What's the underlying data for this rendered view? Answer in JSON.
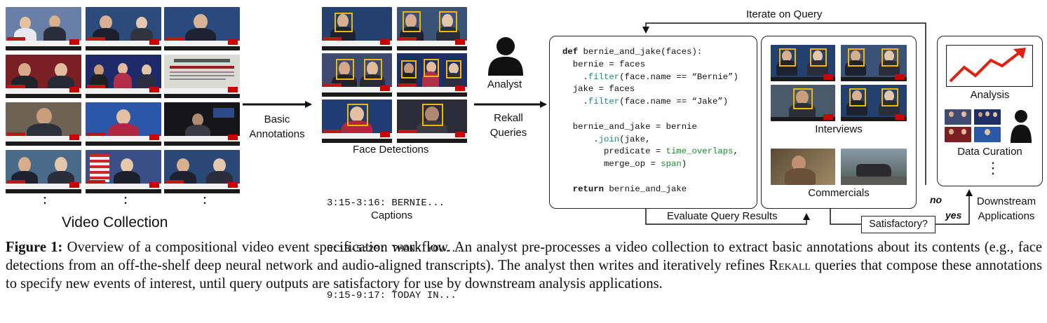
{
  "video_collection": {
    "label": "Video Collection",
    "thumbnails": [
      {
        "id": "vc1",
        "bg": "#6a7fa8"
      },
      {
        "id": "vc2",
        "bg": "#2c4a7a"
      },
      {
        "id": "vc3",
        "bg": "#2a4a7e"
      },
      {
        "id": "vc4",
        "bg": "#7a2024"
      },
      {
        "id": "vc5",
        "bg": "#1e2b6a"
      },
      {
        "id": "vc6",
        "bg": "#dcdad4"
      },
      {
        "id": "vc7",
        "bg": "#6e6255"
      },
      {
        "id": "vc8",
        "bg": "#2a57a8"
      },
      {
        "id": "vc9",
        "bg": "#15151a"
      },
      {
        "id": "vc10",
        "bg": "#4a6a8a"
      },
      {
        "id": "vc11",
        "bg": "#3a4f86"
      },
      {
        "id": "vc12",
        "bg": "#2b4775"
      }
    ]
  },
  "arrows": {
    "basic_annotations": "Basic\nAnnotations",
    "analyst": "Analyst",
    "rekall_queries": "Rekall\nQueries"
  },
  "face_detections": {
    "label": "Face Detections",
    "thumbnails": [
      {
        "id": "fd1",
        "bg": "#24406e"
      },
      {
        "id": "fd2",
        "bg": "#3a5276"
      },
      {
        "id": "fd3",
        "bg": "#3e4a70"
      },
      {
        "id": "fd4",
        "bg": "#1e2f68"
      },
      {
        "id": "fd5",
        "bg": "#1f3c74"
      },
      {
        "id": "fd6",
        "bg": "#2c2c38"
      }
    ]
  },
  "captions": {
    "label": "Captions",
    "lines": [
      "3:15-3:16: BERNIE...",
      "5:18-5:20: THANK YOU...",
      "9:15-9:17: TODAY IN..."
    ]
  },
  "code": {
    "lines": [
      "def bernie_and_jake(faces):",
      "  bernie = faces",
      "    .filter(face.name == “Bernie”)",
      "  jake = faces",
      "    .filter(face.name == “Jake”)",
      "",
      "  bernie_and_jake = bernie",
      "      .join(jake,",
      "        predicate = time_overlaps,",
      "        merge_op = span)",
      "",
      "  return bernie_and_jake"
    ]
  },
  "results": {
    "interviews_label": "Interviews",
    "commercials_label": "Commercials"
  },
  "loop": {
    "iterate_label": "Iterate on Query",
    "evaluate_label": "Evaluate Query Results",
    "satisfactory_label": "Satisfactory?",
    "no_label": "no",
    "yes_label": "yes"
  },
  "downstream": {
    "analysis_label": "Analysis",
    "curation_label": "Data Curation",
    "applications_label": "Downstream\nApplications"
  },
  "figure_caption": {
    "prefix": "Figure 1:",
    "text_1": " Overview of a compositional video event specification workflow.  An analyst pre-processes a video collection to extract basic annotations about its contents (e.g., face detections from an off-the-shelf deep neural network and audio-aligned transcripts). The analyst then writes and iteratively refines ",
    "rekall": "Rekall",
    "text_2": " queries that compose these annotations to specify new events of interest, until query outputs are satisfactory for use by downstream analysis applications."
  },
  "colors": {
    "face_box": "#f2b705",
    "analysis_line": "#e02010",
    "code_function": "#1a8a7a",
    "code_green": "#15902a"
  }
}
